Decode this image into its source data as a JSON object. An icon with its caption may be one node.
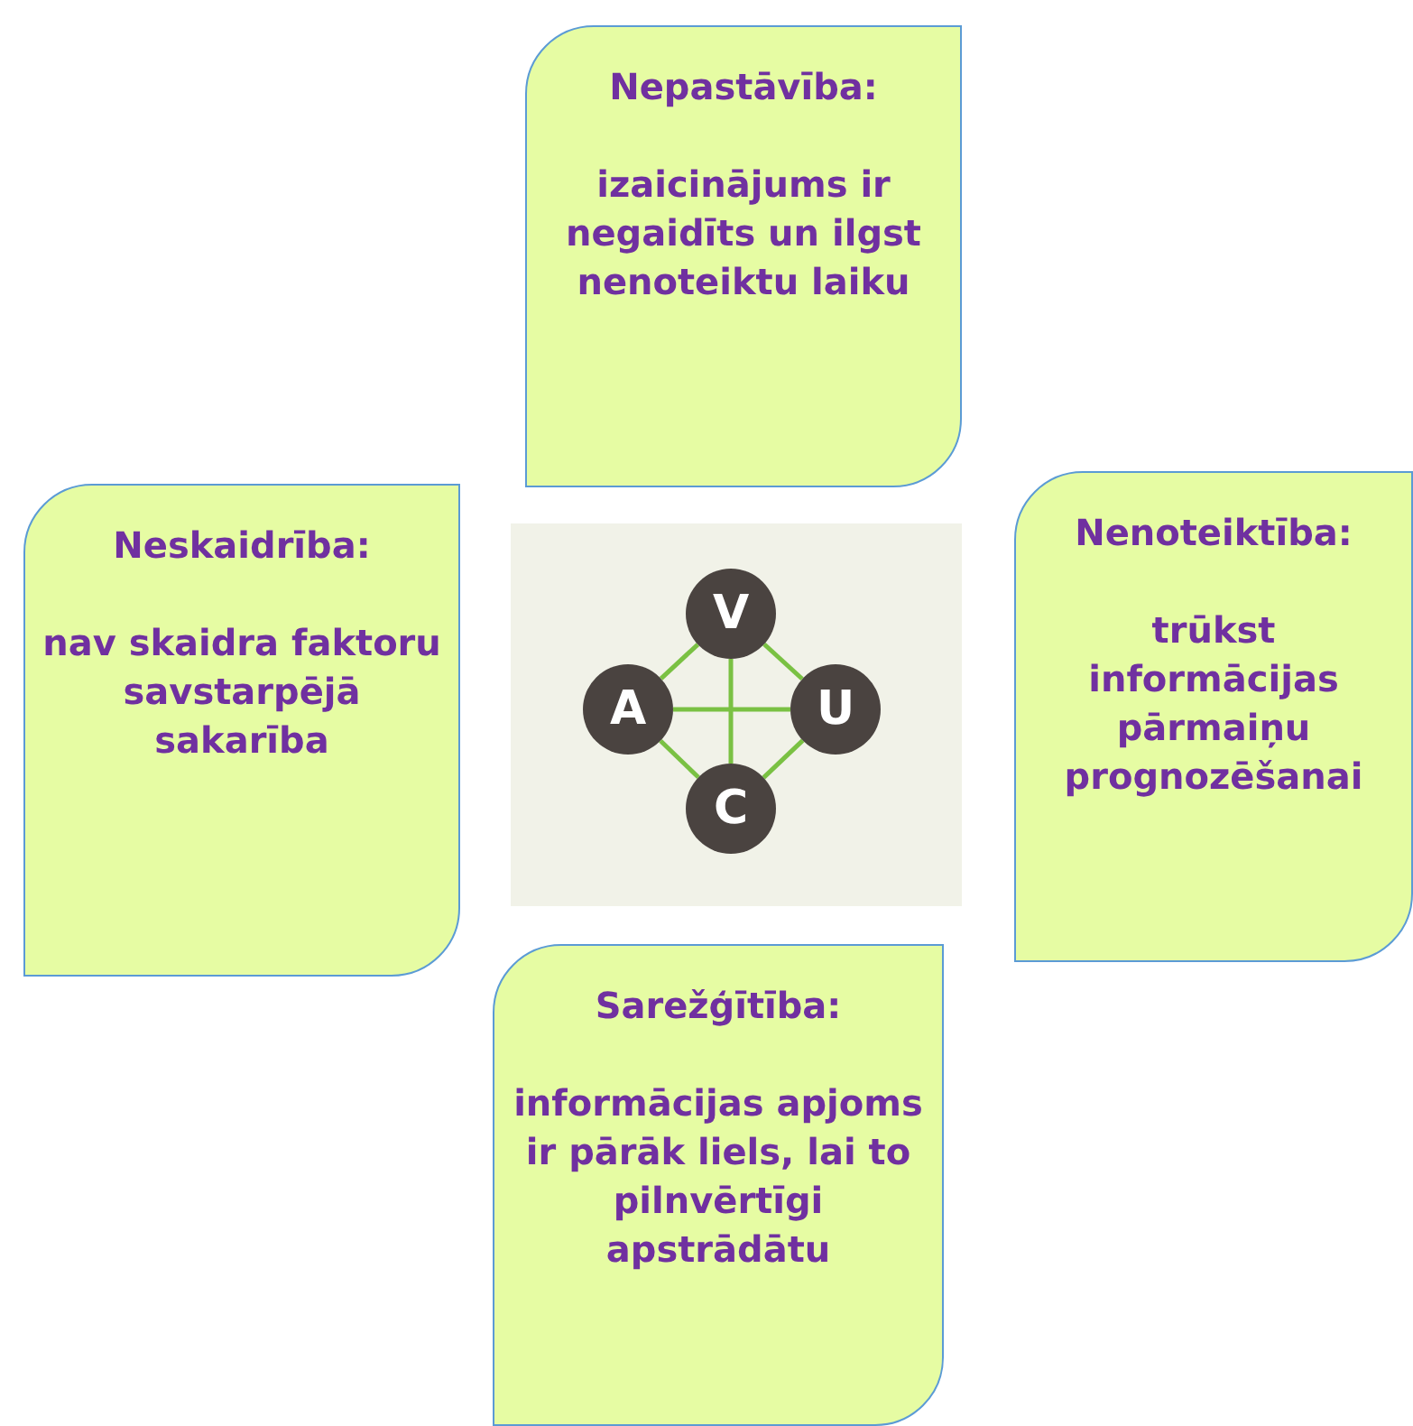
{
  "diagram": {
    "nodes": [
      {
        "text": [
          "Nepastāvība:",
          "izaicinājums ir negaidīts un ilgst nenoteiktu laiku"
        ]
      },
      {
        "text": [
          "Neskaidrība:",
          "nav skaidra faktoru savstarpējā sakarība"
        ]
      },
      {
        "text": [],
        "shape": "picture"
      },
      {
        "text": [
          "V"
        ],
        "in": 2
      },
      {
        "text": [
          "A"
        ],
        "in": 2
      },
      {
        "text": [
          "U"
        ],
        "in": 2
      },
      {
        "text": [
          "C"
        ],
        "in": 2
      },
      {
        "text": [
          "Nenoteiktība:",
          "trūkst informācijas pārmaiņu prognozēšanai"
        ]
      },
      {
        "text": [
          "Sarežģītība:",
          "informācijas apjoms ir pārāk liels, lai to pilnvērtīgi apstrādātu"
        ]
      }
    ],
    "edges": [
      {
        "from": 3,
        "to": 4,
        "arrow": "none"
      },
      {
        "from": 3,
        "to": 5,
        "arrow": "none"
      },
      {
        "from": 4,
        "to": 6,
        "arrow": "none"
      },
      {
        "from": 5,
        "to": 6,
        "arrow": "none"
      },
      {
        "from": 3,
        "to": 6,
        "arrow": "none"
      },
      {
        "from": 4,
        "to": 5,
        "arrow": "none"
      }
    ]
  }
}
